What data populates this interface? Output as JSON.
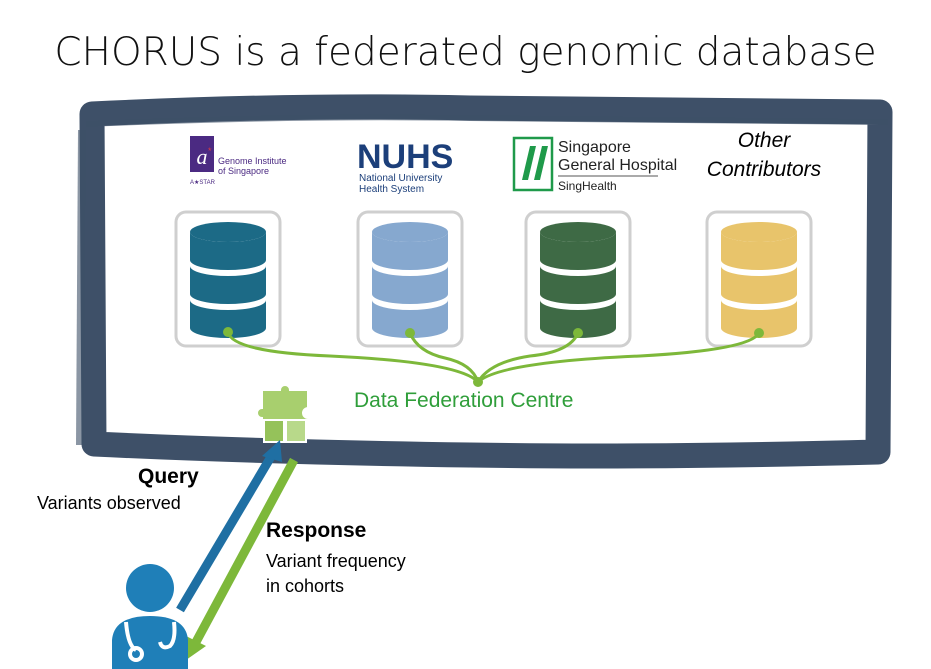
{
  "title": "CHORUS is a federated genomic database",
  "logos": {
    "gis": {
      "line1": "Genome Institute",
      "line2": "of Singapore",
      "sub": "A★STAR"
    },
    "nuhs": {
      "name": "NUHS",
      "line1": "National University",
      "line2": "Health System"
    },
    "sgh": {
      "line1": "Singapore",
      "line2": "General Hospital",
      "sub": "SingHealth"
    },
    "other": {
      "line1": "Other",
      "line2": "Contributors"
    }
  },
  "databases": [
    {
      "id": "gis",
      "color": "#1c6a86"
    },
    {
      "id": "nuhs",
      "color": "#86a8cf"
    },
    {
      "id": "sgh",
      "color": "#3e6a45"
    },
    {
      "id": "other",
      "color": "#e8c46b"
    }
  ],
  "center_label": "Data Federation Centre",
  "query": {
    "heading": "Query",
    "text": "Variants observed"
  },
  "response": {
    "heading": "Response",
    "text": "Variant frequency in cohorts"
  },
  "colors": {
    "frame": "#3e5068",
    "link": "#7db83a",
    "puzzle": "#a8cf6e",
    "query_arrow": "#1f6fa3",
    "response_arrow": "#7db83a",
    "doctor": "#1f7fb8"
  }
}
